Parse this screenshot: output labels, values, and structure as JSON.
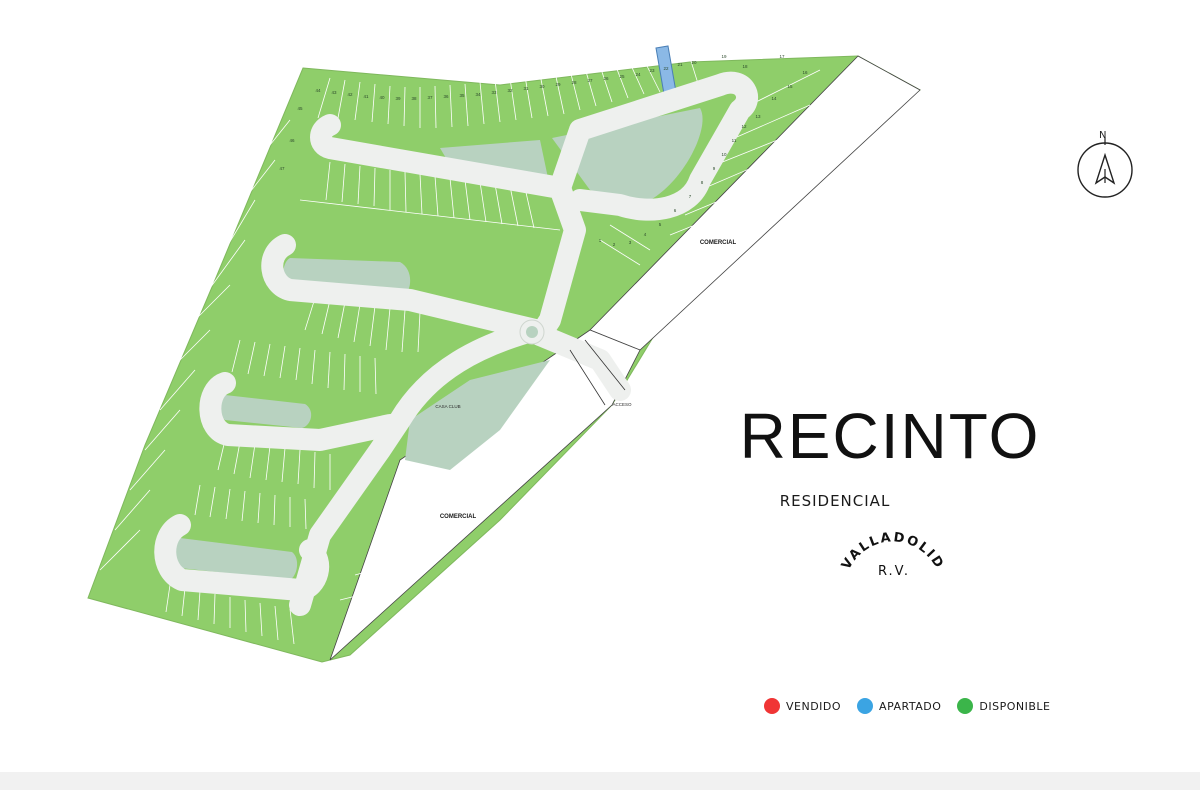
{
  "map": {
    "labels": {
      "comercial_top": "COMERCIAL",
      "comercial_bottom": "COMERCIAL",
      "acceso": "ACCESO",
      "casa_club": "CASA CLUB"
    },
    "lots": [
      {
        "num": "1"
      },
      {
        "num": "2"
      },
      {
        "num": "3"
      },
      {
        "num": "4"
      },
      {
        "num": "5"
      },
      {
        "num": "6"
      },
      {
        "num": "7"
      },
      {
        "num": "8"
      },
      {
        "num": "9"
      },
      {
        "num": "10"
      },
      {
        "num": "11"
      },
      {
        "num": "12"
      },
      {
        "num": "13"
      },
      {
        "num": "14"
      },
      {
        "num": "15"
      },
      {
        "num": "16"
      },
      {
        "num": "17"
      },
      {
        "num": "18"
      },
      {
        "num": "19"
      },
      {
        "num": "20"
      },
      {
        "num": "21"
      },
      {
        "num": "22",
        "status": "apartado"
      },
      {
        "num": "23"
      },
      {
        "num": "24"
      },
      {
        "num": "25"
      },
      {
        "num": "26"
      },
      {
        "num": "27"
      },
      {
        "num": "28"
      },
      {
        "num": "29"
      },
      {
        "num": "30"
      },
      {
        "num": "31"
      },
      {
        "num": "32"
      },
      {
        "num": "33"
      },
      {
        "num": "34"
      },
      {
        "num": "35"
      },
      {
        "num": "36"
      },
      {
        "num": "37"
      },
      {
        "num": "38"
      },
      {
        "num": "39"
      },
      {
        "num": "40"
      },
      {
        "num": "41"
      },
      {
        "num": "42"
      },
      {
        "num": "43"
      },
      {
        "num": "44"
      },
      {
        "num": "45"
      },
      {
        "num": "46"
      },
      {
        "num": "47"
      }
    ]
  },
  "brand": {
    "title": "RECINTO",
    "subtitle": "RESIDENCIAL",
    "city": "VALLADOLID",
    "suffix": "R.V."
  },
  "compass": {
    "north": "N"
  },
  "legend": [
    {
      "label": "VENDIDO",
      "color": "#f03535"
    },
    {
      "label": "APARTADO",
      "color": "#3ba4e3"
    },
    {
      "label": "DISPONIBLE",
      "color": "#3bb54a"
    }
  ],
  "colors": {
    "lot": "#8fce6a",
    "road": "#eef0ee",
    "park": "#b8d2c0",
    "apartado_lot": "#8bb9e6"
  }
}
